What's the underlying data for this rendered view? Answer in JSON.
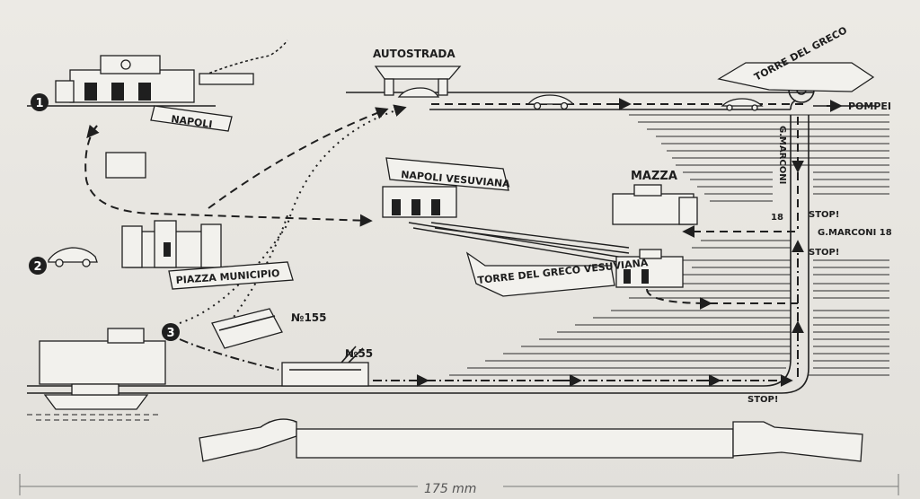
{
  "markers": [
    {
      "id": "1",
      "label": "NAPOLI"
    },
    {
      "id": "2",
      "label": "PIAZZA MUNICIPIO"
    },
    {
      "id": "3",
      "label": ""
    }
  ],
  "places": {
    "autostrada": "AUTOSTRADA",
    "torre_del_greco": "TORRE DEL GRECO",
    "pompei": "POMPEI",
    "napoli_vesuviana": "NAPOLI VESUVIANA",
    "mazza": "MAZZA",
    "torre_del_greco_vesuviana": "TORRE DEL GRECO VESUVIANA",
    "g_marconi_street": "G.MARCONI",
    "g_marconi_address": "G.MARCONI 18",
    "house_number": "18"
  },
  "transport": {
    "bus": "№155",
    "trolleybus": "№55"
  },
  "signs": {
    "stop_1": "STOP!",
    "stop_2": "STOP!",
    "stop_3": "STOP!"
  },
  "dimension": "175 mm",
  "colors": {
    "ink": "#1f1f1f",
    "paper": "#e9e7e2"
  }
}
